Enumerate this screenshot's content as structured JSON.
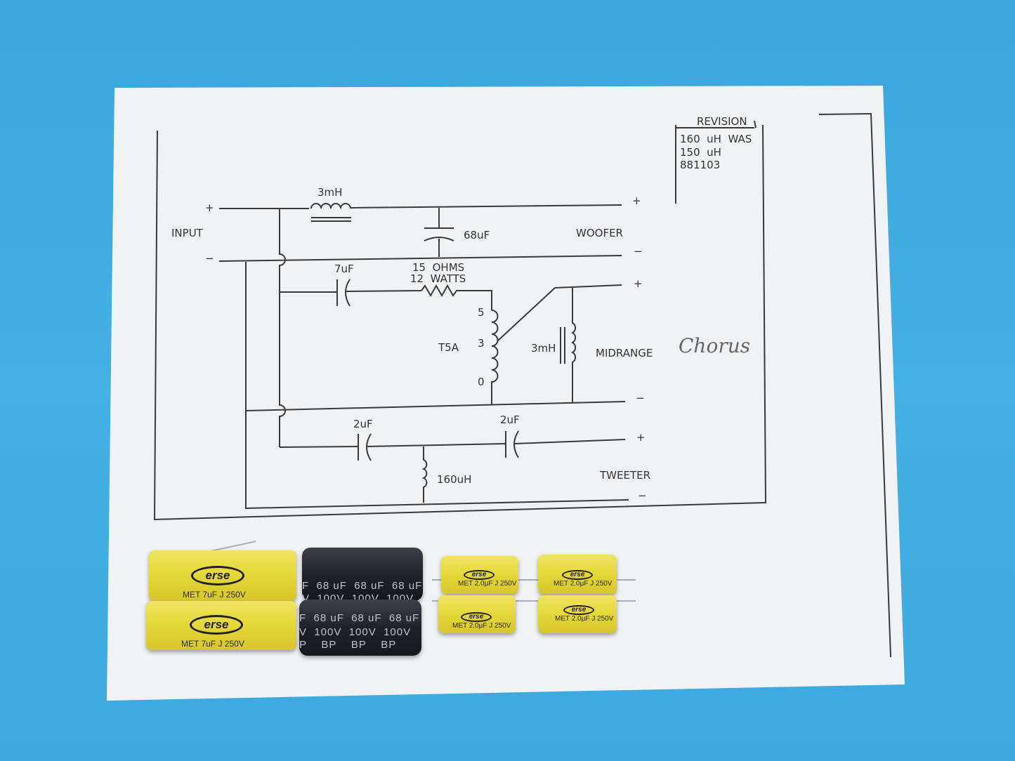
{
  "schematic": {
    "revision": {
      "header": "REVISION",
      "lines": [
        "160  uH  WAS",
        "150  uH",
        "881103"
      ]
    },
    "labels": {
      "input": "INPUT",
      "plus": "+",
      "minus": "−",
      "woofer": "WOOFER",
      "midrange": "MIDRANGE",
      "tweeter": "TWEETER",
      "l_woofer": "3mH",
      "c_woofer": "68uF",
      "c_mid": "7uF",
      "r_mid_1": "15  OHMS",
      "r_mid_2": "12  WATTS",
      "transformer": "T5A",
      "tap_5": "5",
      "tap_3": "3",
      "tap_0": "0",
      "l_mid": "3mH",
      "c_tw1": "2uF",
      "c_tw2": "2uF",
      "l_tw": "160uH"
    },
    "handwritten": "Chorus"
  },
  "components": {
    "brand": "erse",
    "yellow_large": "MET  7uF  J  250V",
    "black_line1": "F  68 uF  68 uF  68 uF",
    "black_line2": "V  100V  100V  100V",
    "black_line3": "P    BP    BP    BP",
    "yellow_small": "MET 2.0µF J 250V"
  },
  "colors": {
    "background": "#3ea9de",
    "paper": "#f1f3f5",
    "capacitor_yellow": "#e6d93a",
    "capacitor_black": "#1f2328"
  }
}
